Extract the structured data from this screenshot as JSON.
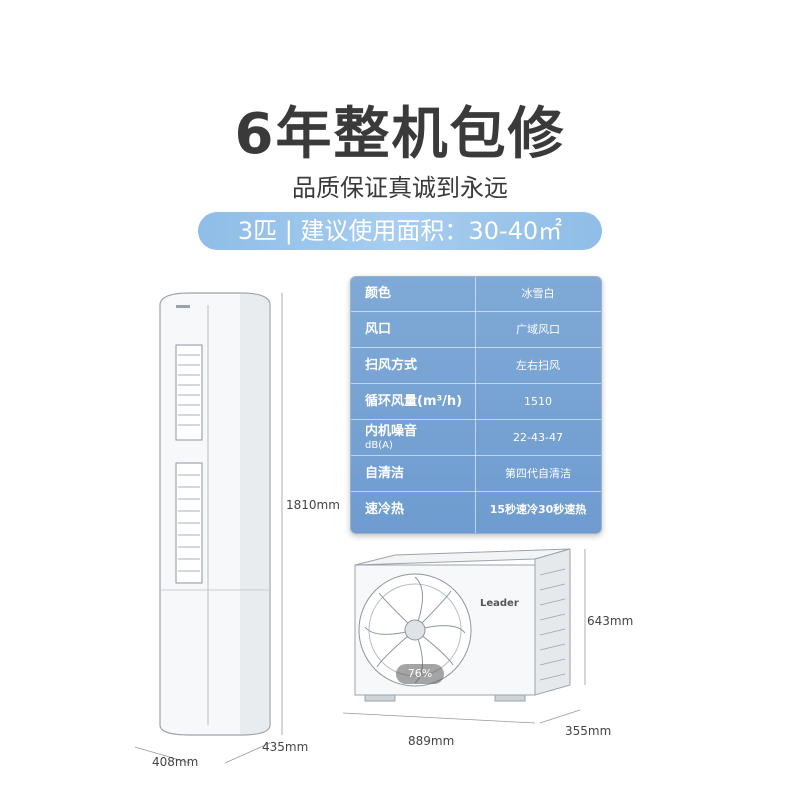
{
  "headline": "6年整机包修",
  "subheadline": "品质保证真诚到永远",
  "area_pill": "3匹 | 建议使用面积：30-40㎡",
  "brand_logo": "Leader",
  "specs": [
    {
      "label": "颜色",
      "value": "冰雪白"
    },
    {
      "label": "风口",
      "value": "广域风口"
    },
    {
      "label": "扫风方式",
      "value": "左右扫风"
    },
    {
      "label": "循环风量(m³/h)",
      "value": "1510"
    },
    {
      "label": "内机噪音",
      "sublabel": "dB(A)",
      "value": "22-43-47"
    },
    {
      "label": "自清洁",
      "value": "第四代自清洁"
    },
    {
      "label": "速冷热",
      "value": "15秒速冷30秒速热"
    }
  ],
  "indoor_dims": {
    "height": "1810mm",
    "depth": "435mm",
    "width": "408mm"
  },
  "outdoor_dims": {
    "height": "643mm",
    "width": "889mm",
    "depth": "355mm"
  },
  "outdoor_badge": "76%"
}
